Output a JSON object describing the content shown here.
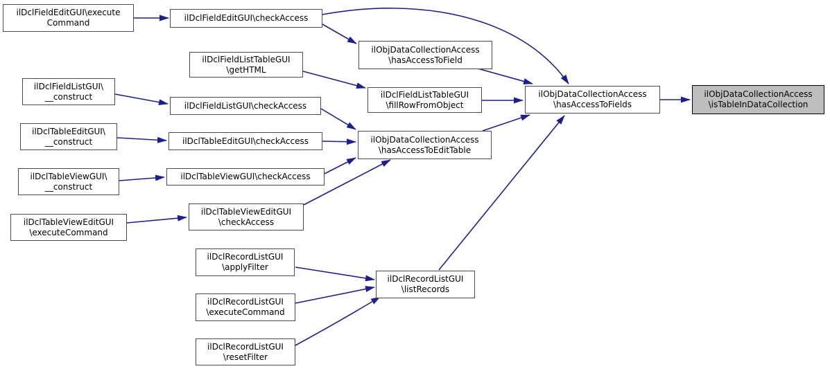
{
  "colors": {
    "background": "#ffffff",
    "edge": "#1e1e8c",
    "node_border": "#4a4a4a",
    "node_fill": "#ffffff",
    "node_text": "#000000",
    "highlight_fill": "#bebebe",
    "highlight_border": "#000000"
  },
  "nodes": {
    "fieldEditExecuteCommand": {
      "line1": "ilDclFieldEditGUI\\execute",
      "line2": "Command"
    },
    "fieldEditCheckAccess": {
      "line1": "ilDclFieldEditGUI\\checkAccess"
    },
    "hasAccessToField": {
      "line1": "ilObjDataCollectionAccess",
      "line2": "\\hasAccessToField"
    },
    "fieldListTableGetHTML": {
      "line1": "ilDclFieldListTableGUI",
      "line2": "\\getHTML"
    },
    "fieldListConstruct": {
      "line1": "ilDclFieldListGUI\\",
      "line2": "__construct"
    },
    "fieldListCheckAccess": {
      "line1": "ilDclFieldListGUI\\checkAccess"
    },
    "fillRowFromObject": {
      "line1": "ilDclFieldListTableGUI",
      "line2": "\\fillRowFromObject"
    },
    "hasAccessToFields": {
      "line1": "ilObjDataCollectionAccess",
      "line2": "\\hasAccessToFields"
    },
    "isTableInDataCollection": {
      "line1": "ilObjDataCollectionAccess",
      "line2": "\\isTableInDataCollection"
    },
    "tableEditConstruct": {
      "line1": "ilDclTableEditGUI\\",
      "line2": "__construct"
    },
    "tableEditCheckAccess": {
      "line1": "ilDclTableEditGUI\\checkAccess"
    },
    "hasAccessToEditTable": {
      "line1": "ilObjDataCollectionAccess",
      "line2": "\\hasAccessToEditTable"
    },
    "tableViewConstruct": {
      "line1": "ilDclTableViewGUI\\",
      "line2": "__construct"
    },
    "tableViewCheckAccess": {
      "line1": "ilDclTableViewGUI\\checkAccess"
    },
    "tableViewEditCheckAccess": {
      "line1": "ilDclTableViewEditGUI",
      "line2": "\\checkAccess"
    },
    "tableViewEditExecuteCommand": {
      "line1": "ilDclTableViewEditGUI",
      "line2": "\\executeCommand"
    },
    "recordListApplyFilter": {
      "line1": "ilDclRecordListGUI",
      "line2": "\\applyFilter"
    },
    "recordListListRecords": {
      "line1": "ilDclRecordListGUI",
      "line2": "\\listRecords"
    },
    "recordListExecuteCommand": {
      "line1": "ilDclRecordListGUI",
      "line2": "\\executeCommand"
    },
    "recordListResetFilter": {
      "line1": "ilDclRecordListGUI",
      "line2": "\\resetFilter"
    }
  },
  "edges": [
    {
      "from": "fieldEditExecuteCommand",
      "to": "fieldEditCheckAccess"
    },
    {
      "from": "fieldEditCheckAccess",
      "to": "hasAccessToField"
    },
    {
      "from": "fieldEditCheckAccess",
      "to": "hasAccessToFields"
    },
    {
      "from": "hasAccessToField",
      "to": "hasAccessToFields"
    },
    {
      "from": "fieldListTableGetHTML",
      "to": "fillRowFromObject"
    },
    {
      "from": "fieldListConstruct",
      "to": "fieldListCheckAccess"
    },
    {
      "from": "fieldListCheckAccess",
      "to": "hasAccessToEditTable"
    },
    {
      "from": "fillRowFromObject",
      "to": "hasAccessToFields"
    },
    {
      "from": "tableEditConstruct",
      "to": "tableEditCheckAccess"
    },
    {
      "from": "tableEditCheckAccess",
      "to": "hasAccessToEditTable"
    },
    {
      "from": "tableViewConstruct",
      "to": "tableViewCheckAccess"
    },
    {
      "from": "tableViewCheckAccess",
      "to": "hasAccessToEditTable"
    },
    {
      "from": "tableViewEditExecuteCommand",
      "to": "tableViewEditCheckAccess"
    },
    {
      "from": "tableViewEditCheckAccess",
      "to": "hasAccessToEditTable"
    },
    {
      "from": "hasAccessToEditTable",
      "to": "hasAccessToFields"
    },
    {
      "from": "recordListApplyFilter",
      "to": "recordListListRecords"
    },
    {
      "from": "recordListExecuteCommand",
      "to": "recordListListRecords"
    },
    {
      "from": "recordListResetFilter",
      "to": "recordListListRecords"
    },
    {
      "from": "recordListListRecords",
      "to": "hasAccessToFields"
    },
    {
      "from": "hasAccessToFields",
      "to": "isTableInDataCollection"
    }
  ]
}
